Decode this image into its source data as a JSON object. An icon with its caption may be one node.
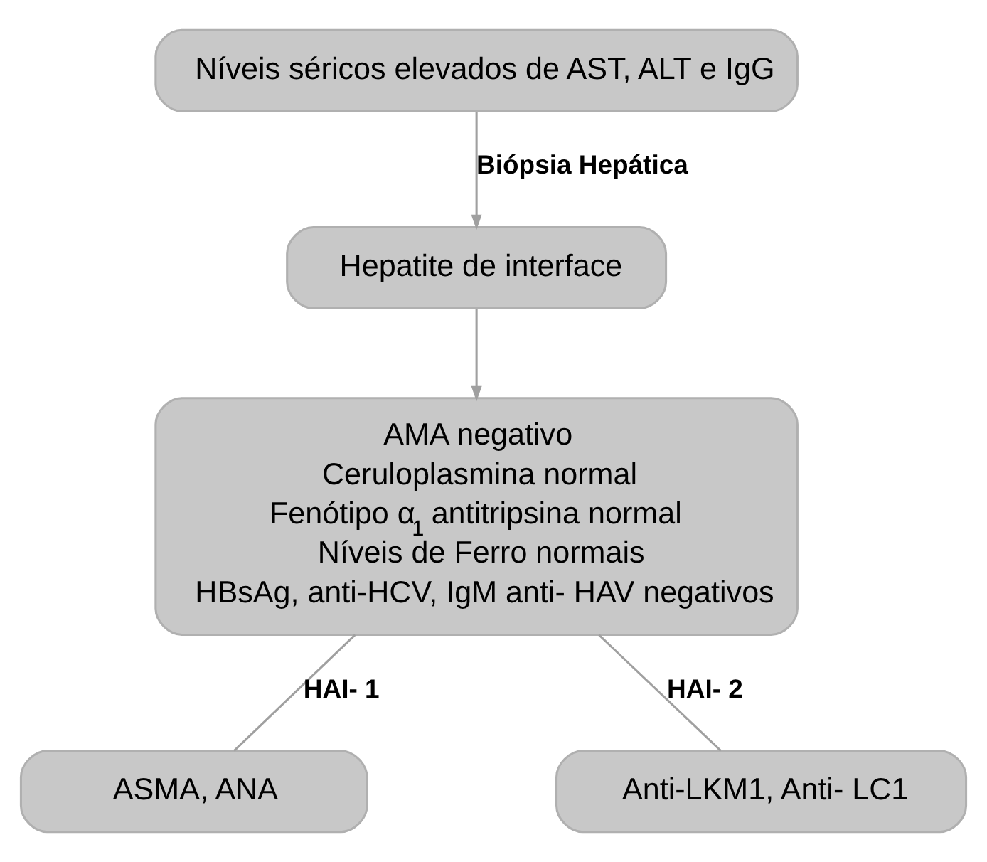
{
  "diagram": {
    "nodes": [
      {
        "text": [
          "Níveis séricos elevados de AST, ALT e IgG"
        ]
      },
      {
        "text": [
          "Hepatite de interface"
        ]
      },
      {
        "text": [
          "AMA negativo",
          "Ceruloplasmina normal",
          "Fenótipo α$_{1}$  antitripsina normal",
          "Níveis de Ferro normais",
          "HBsAg, anti-HCV, IgM anti- HAV negativos"
        ]
      },
      {
        "text": [
          "ASMA, ANA"
        ]
      },
      {
        "text": [
          "Anti-LKM1, Anti- LC1"
        ]
      }
    ],
    "edges": [
      {
        "from": 0,
        "to": 1,
        "arrow": "to",
        "label": "Biópsia Hepática"
      },
      {
        "from": 1,
        "to": 2,
        "arrow": "to"
      },
      {
        "from": 2,
        "to": 3,
        "arrow": "none",
        "label": "HAI- 1"
      },
      {
        "from": 2,
        "to": 4,
        "arrow": "none",
        "label": "HAI- 2"
      }
    ]
  }
}
